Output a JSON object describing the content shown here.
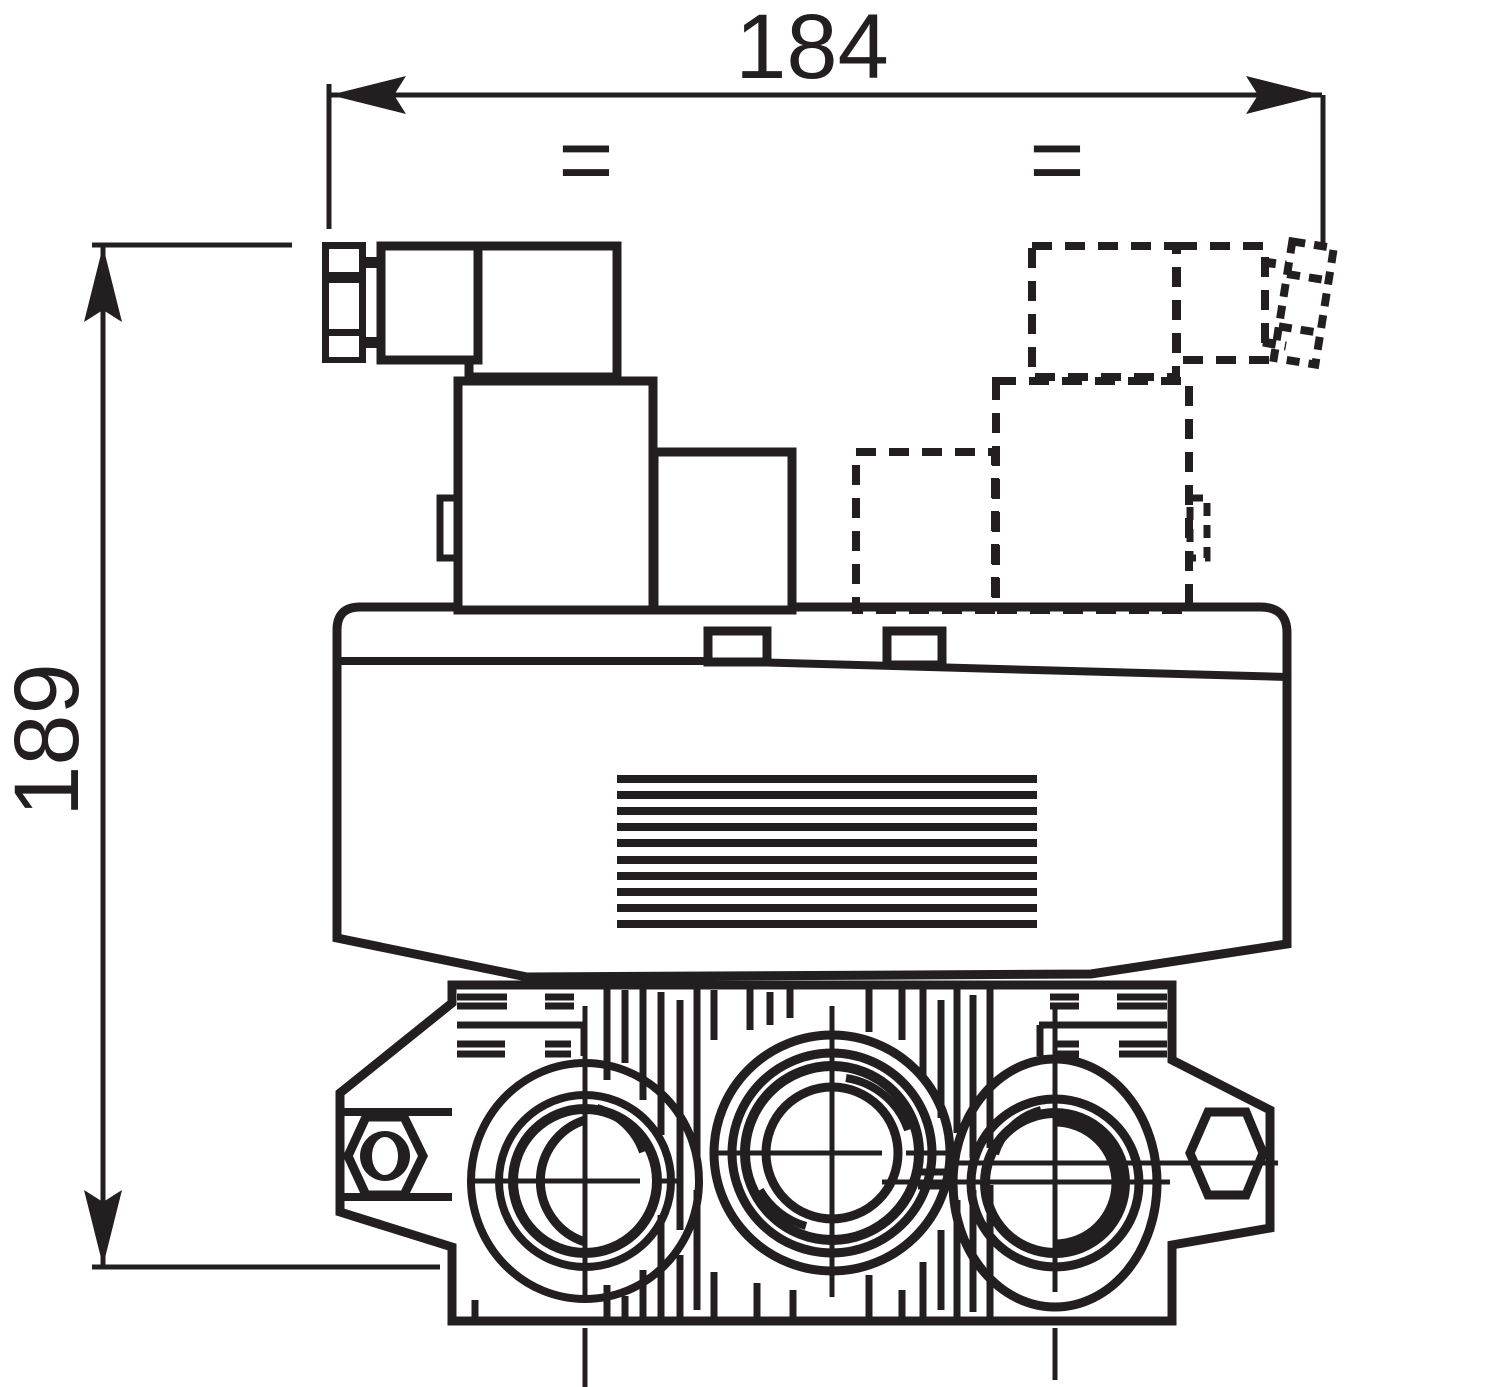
{
  "drawing": {
    "type": "technical-dimension-drawing",
    "subject": "solenoid-valve-side-view",
    "colors": {
      "ink": "#231f20",
      "background": "#ffffff"
    },
    "dimensions": {
      "width": {
        "value": "184"
      },
      "height": {
        "value": "189"
      }
    },
    "symmetry_marks": {
      "left": "=",
      "right": "="
    }
  }
}
